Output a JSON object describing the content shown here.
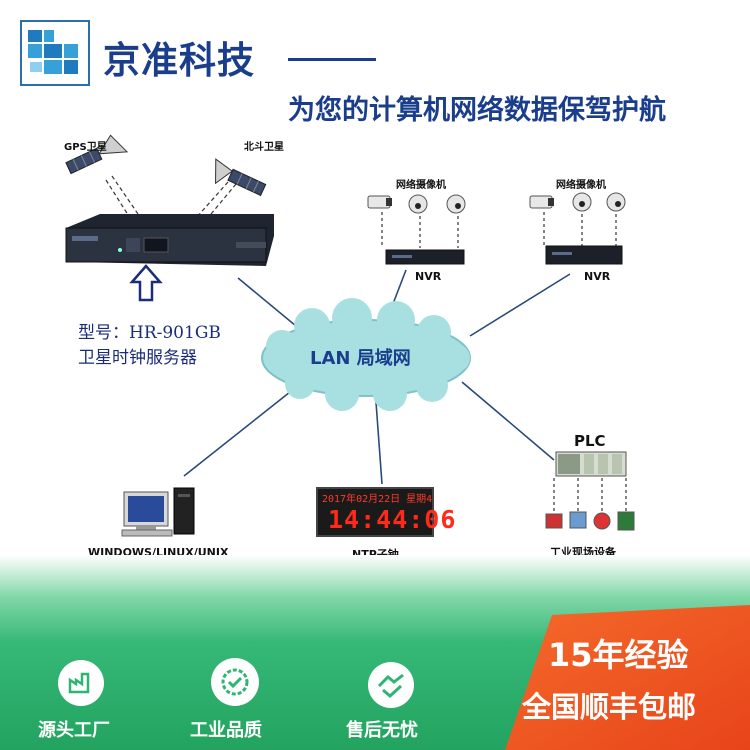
{
  "header": {
    "brand": "京准科技",
    "slogan": "为您的计算机网络数据保驾护航"
  },
  "satellites": {
    "gps_label": "GPS卫星",
    "beidou_label": "北斗卫星"
  },
  "server": {
    "model_line": "型号：HR-901GB",
    "name_line": "卫星时钟服务器"
  },
  "network": {
    "lan_label": "LAN  局域网"
  },
  "nvr_groups": [
    {
      "camera_label": "网络摄像机",
      "nvr_label": "NVR"
    },
    {
      "camera_label": "网络摄像机",
      "nvr_label": "NVR"
    }
  ],
  "clients": {
    "pc_label": "WINDOWS/LINUX/UNIX",
    "ntp_label": "NTP子钟",
    "clock_date": "2017年02月22日 星期4",
    "clock_time": "14:44:06",
    "plc_title": "PLC",
    "plc_label": "工业现场设备"
  },
  "footer": {
    "features": [
      {
        "label": "源头工厂",
        "icon": "factory-icon"
      },
      {
        "label": "工业品质",
        "icon": "quality-seal-icon"
      },
      {
        "label": "售后无忧",
        "icon": "handshake-icon"
      }
    ],
    "badge_title": "15年经验",
    "badge_subtitle": "全国顺丰包邮"
  },
  "colors": {
    "brand_blue": "#1a3e8c",
    "cloud": "#a8e0e2",
    "footer_green": "#2fb573",
    "badge_orange": "#ee5a1f"
  }
}
